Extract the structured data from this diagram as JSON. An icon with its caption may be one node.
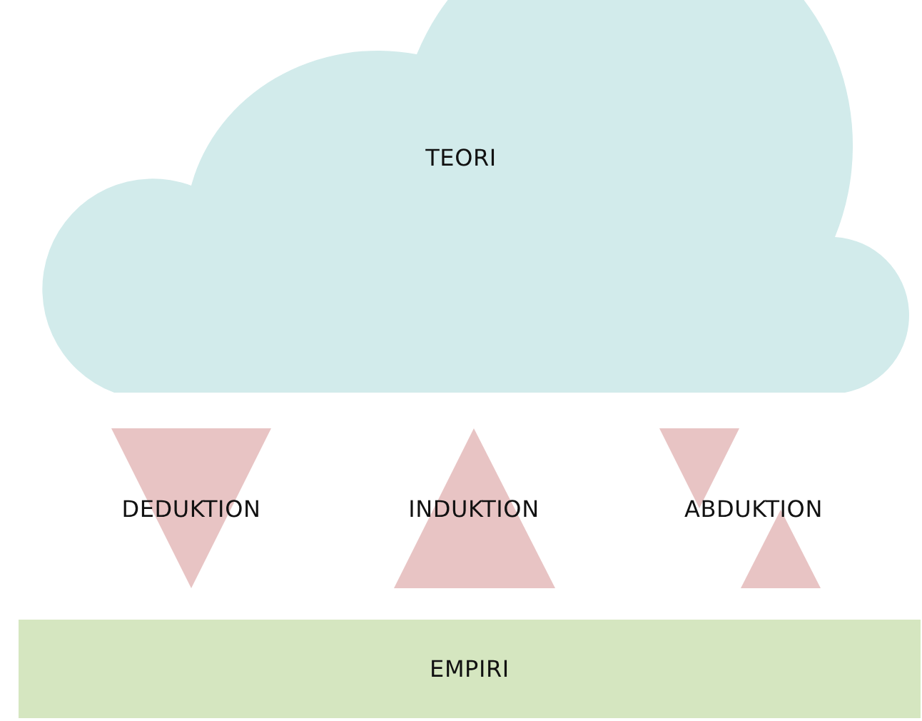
{
  "diagram": {
    "nodes": [
      {
        "text": [
          "TEORI"
        ]
      },
      {
        "text": [
          "DEDUKTION"
        ]
      },
      {
        "text": [
          "INDUKTION"
        ]
      },
      {
        "text": [
          "ABDUKTION"
        ]
      },
      {
        "text": [
          "EMPIRI"
        ]
      }
    ]
  }
}
